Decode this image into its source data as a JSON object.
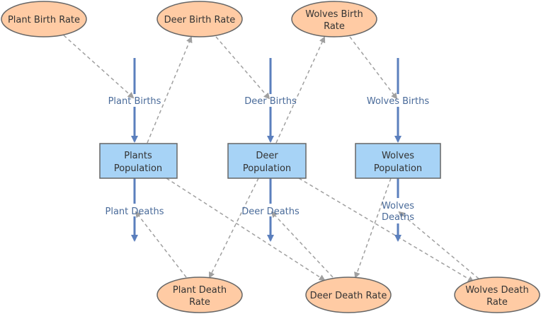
{
  "diagram": {
    "rates": {
      "plant_birth": "Plant Birth Rate",
      "deer_birth": "Deer Birth Rate",
      "wolves_birth_line1": "Wolves Birth",
      "wolves_birth_line2": "Rate",
      "plant_death_line1": "Plant Death",
      "plant_death_line2": "Rate",
      "deer_death": "Deer Death Rate",
      "wolves_death_line1": "Wolves Death",
      "wolves_death_line2": "Rate"
    },
    "stocks": {
      "plants_line1": "Plants",
      "plants_line2": "Population",
      "deer_line1": "Deer",
      "deer_line2": "Population",
      "wolves_line1": "Wolves",
      "wolves_line2": "Population"
    },
    "flows": {
      "plant_births": "Plant Births",
      "deer_births": "Deer Births",
      "wolves_births": "Wolves Births",
      "plant_deaths": "Plant Deaths",
      "deer_deaths": "Deer Deaths",
      "wolves_deaths_line1": "Wolves",
      "wolves_deaths_line2": "Deaths"
    },
    "colors": {
      "rate_fill": "#ffcba4",
      "rate_stroke": "#666666",
      "stock_fill": "#a7d3f6",
      "stock_stroke": "#666666",
      "flow": "#5b7fbd",
      "flow_label": "#4a6b9a",
      "influence": "#a0a0a0",
      "text": "#333333"
    }
  }
}
